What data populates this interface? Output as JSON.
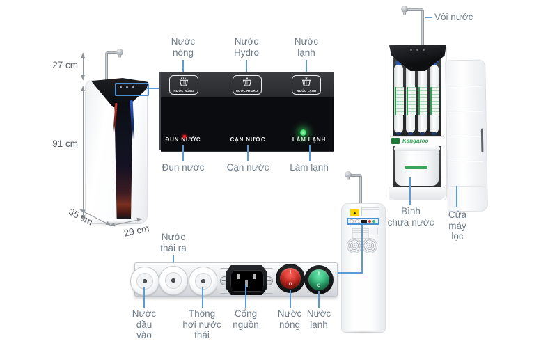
{
  "colors": {
    "pointer_blue": "#5b9bd5",
    "label_gray": "#6e7c89",
    "dimension_gray": "#585d62",
    "hot_red": "#dd2b22",
    "cold_green": "#2fbe7d",
    "warning_yellow": "#ffd400",
    "brand_green": "#2f9e4f",
    "panel_black": "#0b0c0f"
  },
  "left_unit": {
    "dim_top": "27 cm",
    "dim_height": "91 cm",
    "dim_depth": "35 cm",
    "dim_width": "29 cm"
  },
  "control_panel": {
    "callouts_top": [
      "Nước\nnóng",
      "Nước\nHydro",
      "Nước\nlạnh"
    ],
    "buttons": [
      {
        "icon": "hot-water-icon",
        "caption": "NƯỚC NÓNG"
      },
      {
        "icon": "hydro-water-icon",
        "caption": "NƯỚC HYDRO"
      },
      {
        "icon": "cold-water-icon",
        "caption": "NƯỚC LẠNH"
      }
    ],
    "status": [
      {
        "text": "ĐUN NƯỚC",
        "indicator": "red"
      },
      {
        "text": "CẠN NƯỚC",
        "indicator": "none"
      },
      {
        "text": "LÀM LẠNH",
        "indicator": "green"
      }
    ],
    "callouts_bottom": [
      "Đun nước",
      "Cạn nước",
      "Làm lạnh"
    ]
  },
  "front_unit": {
    "faucet_callout": "Vòi nước",
    "brand": "Kangaroo",
    "tank_callout": "Bình\nchứa nước",
    "door_callout": "Cửa\nmáy\nlọc"
  },
  "back_panel": {
    "callout_waste_out": "Nước\nthải ra",
    "callout_water_in": "Nước\nđầu\nvào",
    "callout_vent": "Thông\nhơi nước\nthải",
    "callout_power": "Cổng\nnguồn",
    "callout_hot": "Nước\nnóng",
    "callout_cold": "Nước\nlạnh",
    "switch_on": "I",
    "switch_off": "O"
  }
}
